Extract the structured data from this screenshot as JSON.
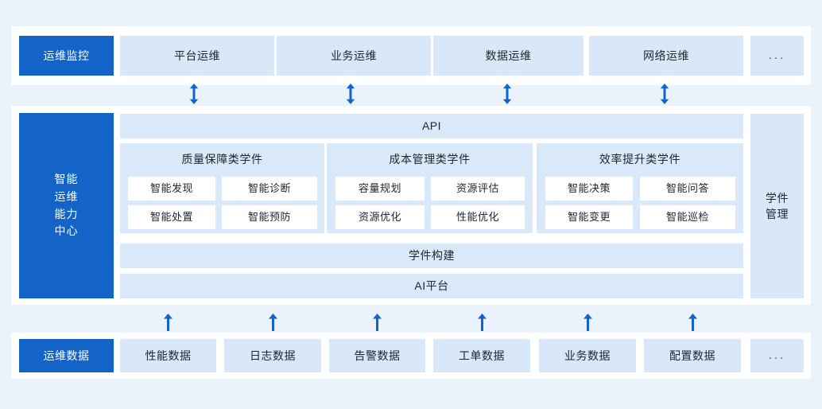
{
  "theme": {
    "page_background": "#eaf3fc",
    "panel_background": "#ffffff",
    "accent_blue": "#1463c6",
    "light_blue": "#d8e8f9",
    "band_blue": "#d9e9fa",
    "arrow_blue": "#1463c6",
    "text_dark": "#22262e",
    "text_light": "#ffffff"
  },
  "top_row": {
    "label": "运维监控",
    "items": [
      {
        "label": "平台运维"
      },
      {
        "label": "业务运维"
      },
      {
        "label": "数据运维"
      },
      {
        "label": "网络运维"
      },
      {
        "label": "..."
      }
    ]
  },
  "connectors": {
    "top_arrows_icon": "double-arrow-vertical-icon",
    "top_arrow_count": 4,
    "bottom_arrows_icon": "arrow-up-icon",
    "bottom_arrow_count": 6
  },
  "center": {
    "side_label": "智能\n运维\n能力\n中心",
    "side_label_lines": [
      "智能",
      "运维",
      "能力",
      "中心"
    ],
    "api_band": "API",
    "groups": [
      {
        "title": "质量保障类学件",
        "items": [
          "智能发现",
          "智能诊断",
          "智能处置",
          "智能预防"
        ]
      },
      {
        "title": "成本管理类学件",
        "items": [
          "容量规划",
          "资源评估",
          "资源优化",
          "性能优化"
        ]
      },
      {
        "title": "效率提升类学件",
        "items": [
          "智能决策",
          "智能问答",
          "智能变更",
          "智能巡检"
        ]
      }
    ],
    "bands": [
      "学件构建",
      "AI平台"
    ],
    "right_label_lines": [
      "学件",
      "管理"
    ]
  },
  "bottom_row": {
    "label": "运维数据",
    "items": [
      {
        "label": "性能数据"
      },
      {
        "label": "日志数据"
      },
      {
        "label": "告警数据"
      },
      {
        "label": "工单数据"
      },
      {
        "label": "业务数据"
      },
      {
        "label": "配置数据"
      },
      {
        "label": "..."
      }
    ]
  }
}
